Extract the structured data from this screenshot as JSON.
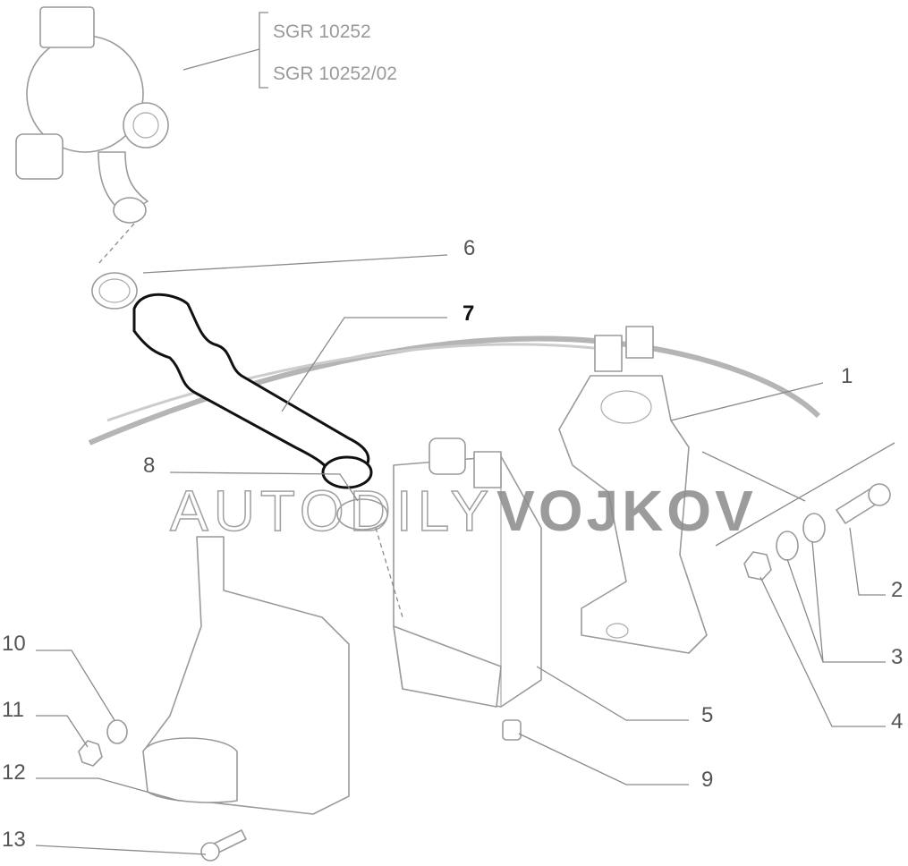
{
  "references": [
    "SGR 10252",
    "SGR 10252/02"
  ],
  "callouts": {
    "c1": "1",
    "c2": "2",
    "c3": "3",
    "c4": "4",
    "c5": "5",
    "c6": "6",
    "c7": "7",
    "c8": "8",
    "c9": "9",
    "c10": "10",
    "c11": "11",
    "c12": "12",
    "c13": "13"
  },
  "highlighted_part": "7",
  "watermark": {
    "part1": "AUTODILY",
    "part2": "VOJKOV"
  }
}
